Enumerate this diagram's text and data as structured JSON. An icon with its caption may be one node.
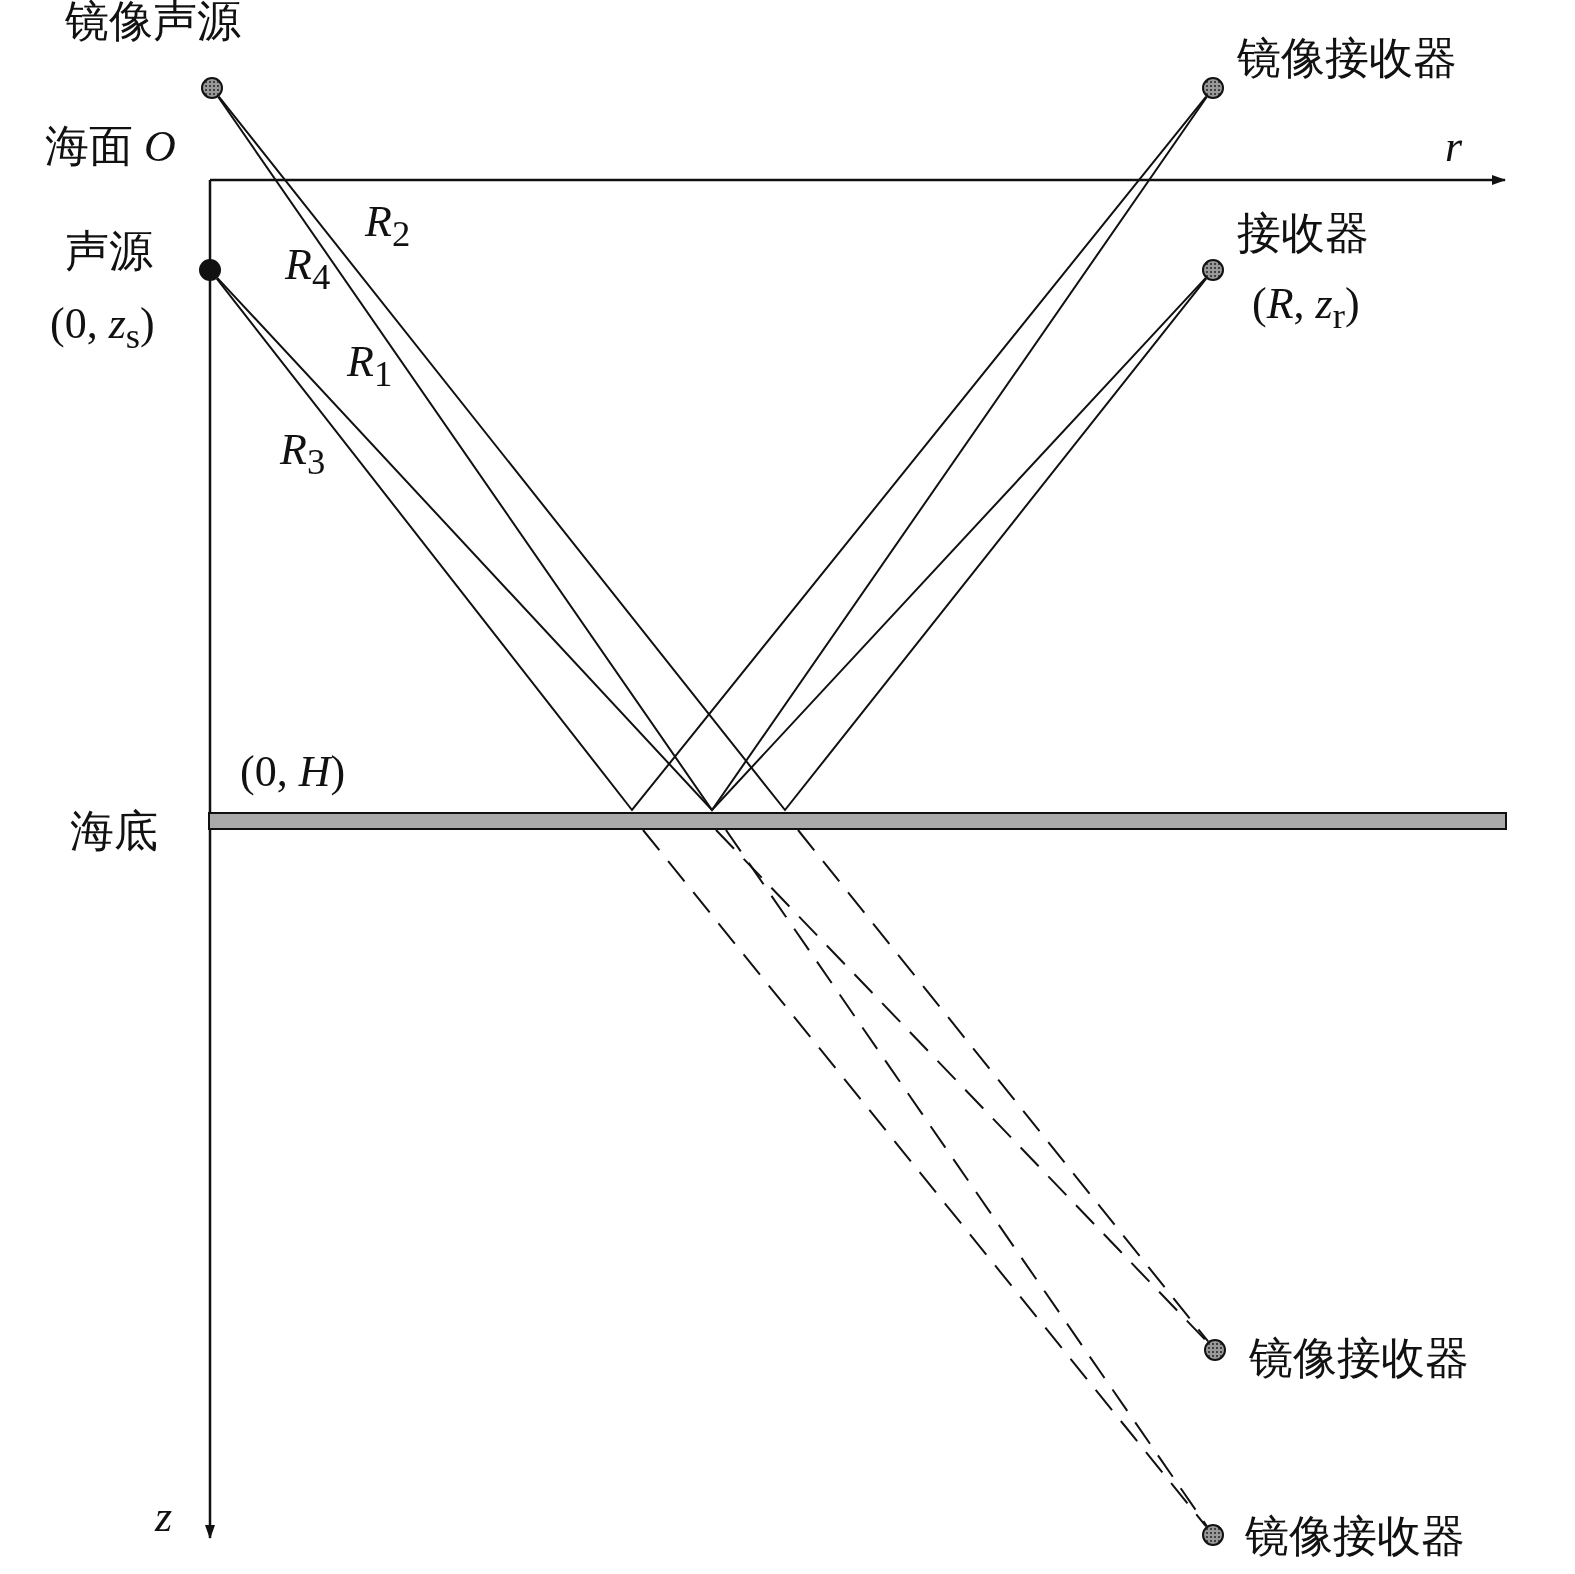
{
  "diagram": {
    "nodes": [
      {
        "text": [
          "镜像声源"
        ]
      },
      {
        "text": [
          "声源",
          "(0, *z*$_{s}$)"
        ]
      },
      {
        "text": [
          "镜像接收器"
        ]
      },
      {
        "text": [
          "接收器",
          "(*R*, *z*$_{r}$)"
        ]
      },
      {
        "text": [
          "镜像接收器"
        ]
      },
      {
        "text": [
          "镜像接收器"
        ]
      },
      {
        "text": [
          "海底"
        ]
      }
    ],
    "edges": [
      {
        "from": 1,
        "to": 3,
        "arrow": "none",
        "label": "*R*$_{1}$"
      },
      {
        "from": 0,
        "to": 3,
        "arrow": "none",
        "label": "*R*$_{2}$"
      },
      {
        "from": 1,
        "to": 2,
        "arrow": "none",
        "label": "*R*$_{3}$"
      },
      {
        "from": 0,
        "to": 2,
        "arrow": "none",
        "label": "*R*$_{4}$"
      },
      {
        "from": 6,
        "to": 4,
        "arrow": "none",
        "style": "dashed"
      },
      {
        "from": 6,
        "to": 4,
        "arrow": "none",
        "style": "dashed"
      },
      {
        "from": 6,
        "to": 5,
        "arrow": "none",
        "style": "dashed"
      },
      {
        "from": 6,
        "to": 5,
        "arrow": "none",
        "style": "dashed"
      }
    ],
    "labels": [
      "海面 *O*",
      "r",
      "(0, *H*)",
      "z"
    ]
  }
}
